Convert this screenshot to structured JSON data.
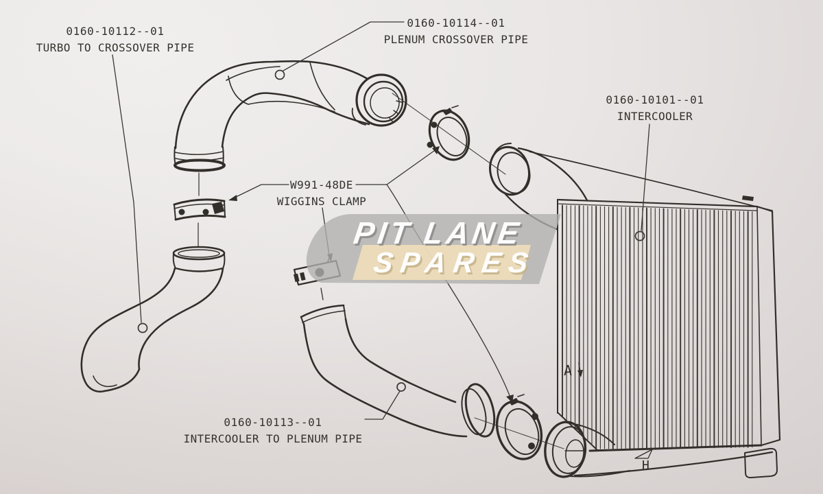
{
  "watermark": {
    "line1": "PIT LANE",
    "line2": "SPARES"
  },
  "parts": [
    {
      "part_number": "0160-10112--01",
      "part_name": "TURBO TO CROSSOVER PIPE"
    },
    {
      "part_number": "0160-10114--01",
      "part_name": "PLENUM CROSSOVER PIPE"
    },
    {
      "part_number": "0160-10101--01",
      "part_name": "INTERCOOLER"
    },
    {
      "part_number": "W991-48DE",
      "part_name": "WIGGINS CLAMP"
    },
    {
      "part_number": "0160-10113--01",
      "part_name": "INTERCOOLER TO PLENUM PIPE"
    }
  ],
  "markings": {
    "fin_direction_arrow": "A",
    "bottom_mark": "H"
  },
  "colors": {
    "paper": "#e8e5e3",
    "ink": "#322e2a",
    "watermark_gray": "#b2b0af",
    "watermark_tan": "#f3e0ba",
    "watermark_text": "#ffffff"
  }
}
